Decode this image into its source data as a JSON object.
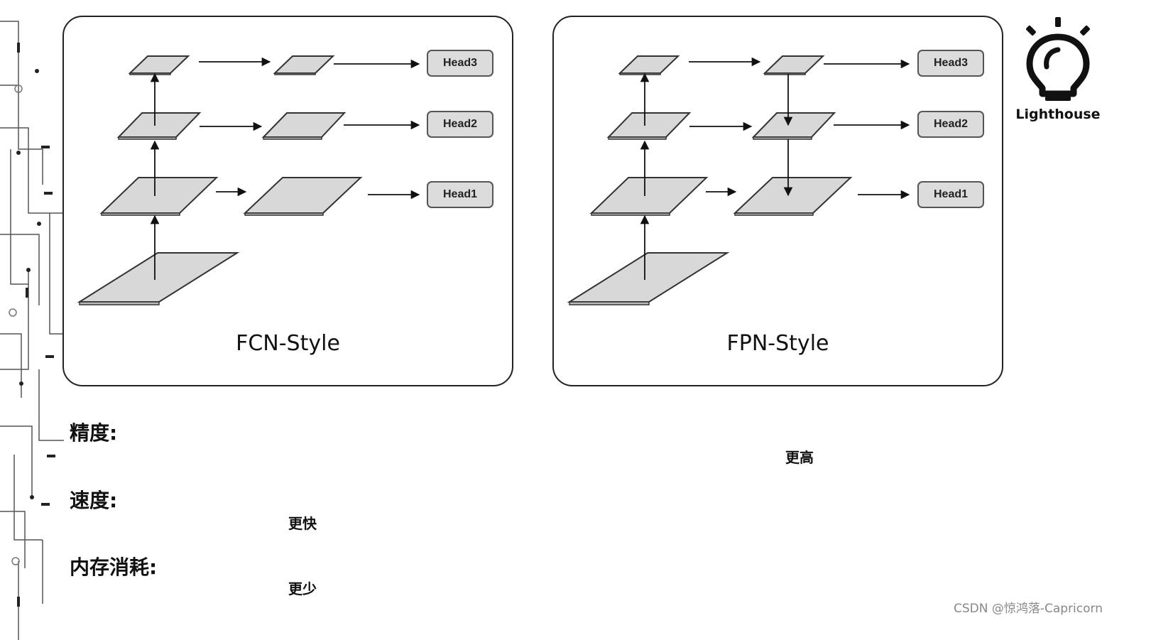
{
  "fcn": {
    "title": "FCN-Style",
    "heads": [
      "Head3",
      "Head2",
      "Head1"
    ]
  },
  "fpn": {
    "title": "FPN-Style",
    "heads": [
      "Head3",
      "Head2",
      "Head1"
    ]
  },
  "logo": {
    "text": "Lighthouse",
    "icon": "lightbulb-icon"
  },
  "metrics": {
    "accuracy": {
      "label": "精度:",
      "fpn_value": "更高"
    },
    "speed": {
      "label": "速度:",
      "fcn_value": "更快"
    },
    "memory": {
      "label": "内存消耗:",
      "fcn_value": "更少"
    }
  },
  "watermark": "CSDN @惊鸿落-Capricorn",
  "colors": {
    "layer_fill": "#d8d8d8",
    "layer_stroke": "#333333",
    "head_fill": "#dcdcdc"
  }
}
